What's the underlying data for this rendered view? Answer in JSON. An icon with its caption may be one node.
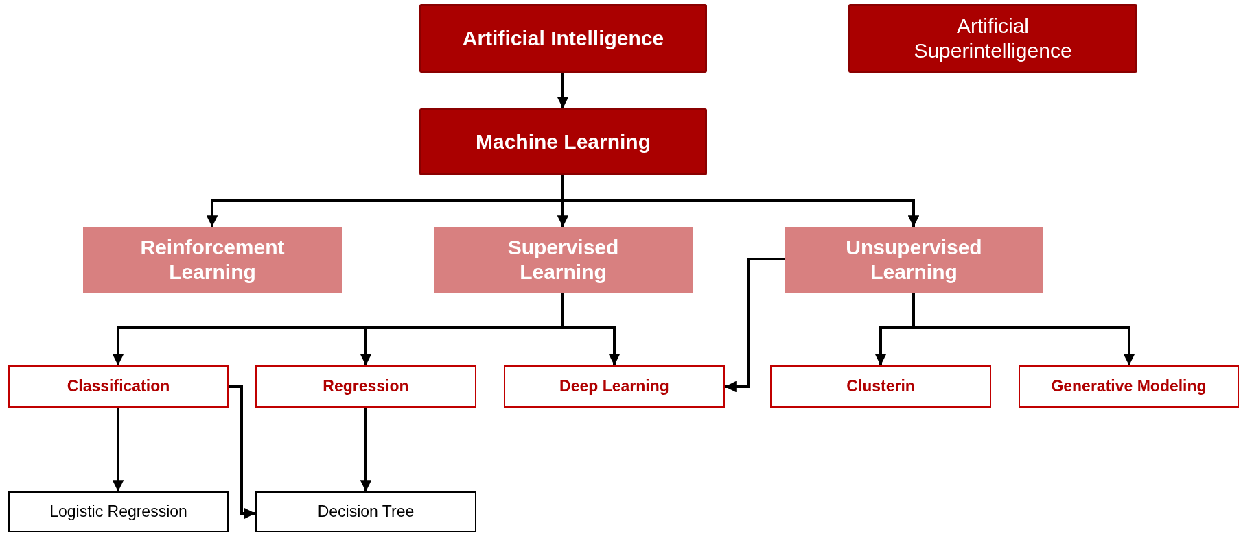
{
  "diagram": {
    "nodes": [
      {
        "text": [
          "Artificial Intelligence"
        ]
      },
      {
        "text": [
          "Artificial Superintelligence"
        ]
      },
      {
        "text": [
          "Machine Learning"
        ]
      },
      {
        "text": [
          "Reinforcement Learning"
        ]
      },
      {
        "text": [
          "Supervised Learning"
        ]
      },
      {
        "text": [
          "Unsupervised Learning"
        ]
      },
      {
        "text": [
          "Classification"
        ]
      },
      {
        "text": [
          "Regression"
        ]
      },
      {
        "text": [
          "Deep Learning"
        ]
      },
      {
        "text": [
          "Clusterin"
        ]
      },
      {
        "text": [
          "Generative Modeling"
        ]
      },
      {
        "text": [
          "Logistic Regression"
        ]
      },
      {
        "text": [
          "Decision Tree"
        ]
      }
    ],
    "edges": [
      {
        "from": 0,
        "to": 2,
        "arrow": "to"
      },
      {
        "from": 2,
        "to": 3,
        "arrow": "to"
      },
      {
        "from": 2,
        "to": 4,
        "arrow": "to"
      },
      {
        "from": 2,
        "to": 5,
        "arrow": "to"
      },
      {
        "from": 4,
        "to": 6,
        "arrow": "to"
      },
      {
        "from": 4,
        "to": 7,
        "arrow": "to"
      },
      {
        "from": 4,
        "to": 8,
        "arrow": "to"
      },
      {
        "from": 5,
        "to": 8,
        "arrow": "to"
      },
      {
        "from": 5,
        "to": 9,
        "arrow": "to"
      },
      {
        "from": 5,
        "to": 10,
        "arrow": "to"
      },
      {
        "from": 6,
        "to": 11,
        "arrow": "to"
      },
      {
        "from": 6,
        "to": 12,
        "arrow": "to"
      },
      {
        "from": 7,
        "to": 12,
        "arrow": "to"
      }
    ]
  }
}
